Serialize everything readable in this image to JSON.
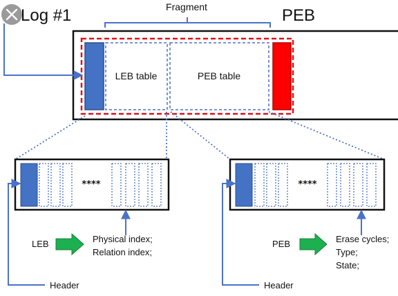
{
  "colors": {
    "header_blue": "#4472C4",
    "connector_blue": "#4A72C8",
    "dash_red": "#E0101A",
    "end_red": "#FF0000",
    "arrow_green": "#1DB050",
    "frame_black": "#111111",
    "close_circle": "#9A9A9A"
  },
  "icons": {
    "close": "close-icon",
    "arrow": "green-right-arrow"
  },
  "title": "Log #1",
  "peb_label": "PEB",
  "fragment_label": "Fragment",
  "fragment_cells": {
    "leb": "LEB table",
    "peb": "PEB table"
  },
  "left_panel": {
    "ellipsis": "****",
    "key": "LEB",
    "values": [
      "Physical index;",
      "Relation index;"
    ],
    "header_label": "Header"
  },
  "right_panel": {
    "ellipsis": "****",
    "key": "PEB",
    "values": [
      "Erase cycles;",
      "Type;",
      "State;"
    ],
    "header_label": "Header"
  }
}
